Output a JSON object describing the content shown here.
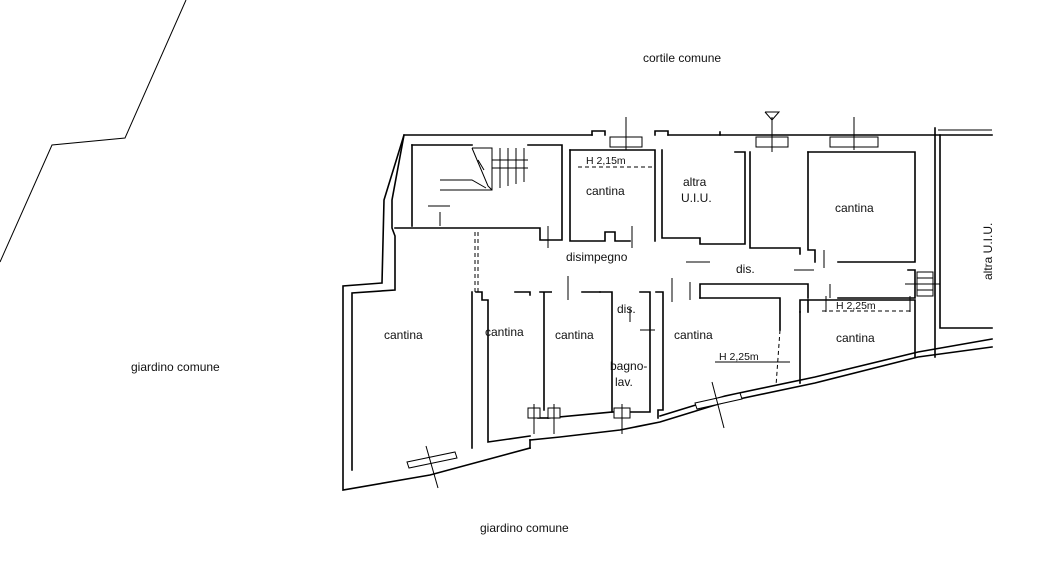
{
  "labels": {
    "cortile": "cortile comune",
    "giardino_left": "giardino comune",
    "giardino_bottom": "giardino comune",
    "altra_uiu_right": "altra U.I.U.",
    "altra_uiu_mid_1": "altra",
    "altra_uiu_mid_2": "U.I.U.",
    "cantina_top": "cantina",
    "cantina_top_right": "cantina",
    "cantina_right": "cantina",
    "cantina_left_big": "cantina",
    "cantina_mid_1": "cantina",
    "cantina_mid_2": "cantina",
    "cantina_mid_3": "cantina",
    "disimpegno": "disimpegno",
    "dis_right": "dis.",
    "dis_small": "dis.",
    "bagno_1": "bagno-",
    "bagno_2": "lav.",
    "height_top": "H 2,15m",
    "height_right": "H 2,25m",
    "height_mid": "H 2,25m"
  }
}
